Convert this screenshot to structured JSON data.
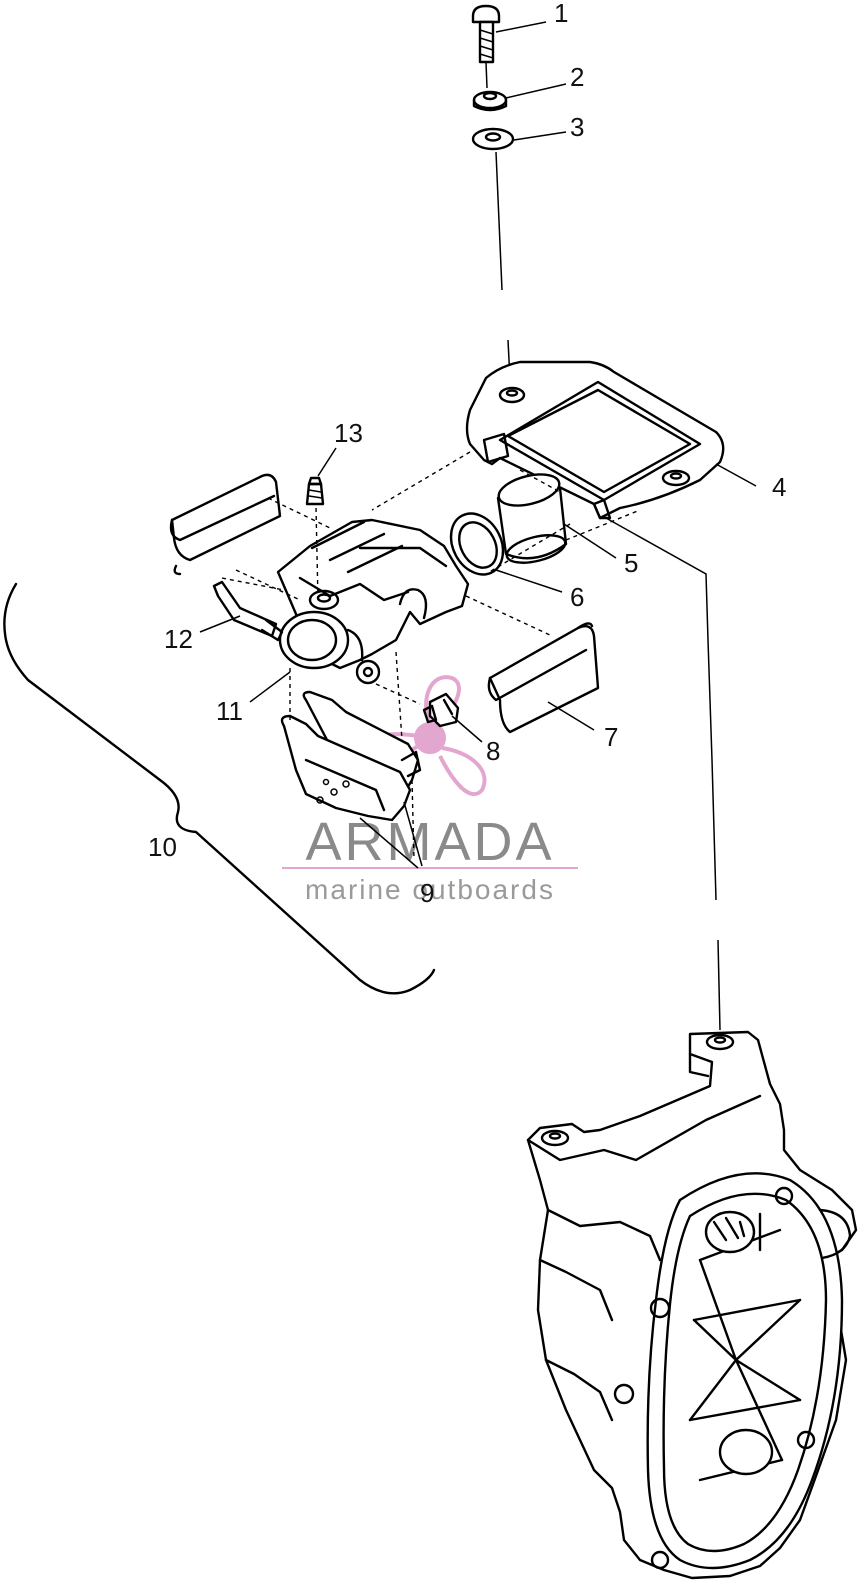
{
  "callouts": [
    {
      "label": "1"
    },
    {
      "label": "2"
    },
    {
      "label": "3"
    },
    {
      "label": "4"
    },
    {
      "label": "5"
    },
    {
      "label": "6"
    },
    {
      "label": "7"
    },
    {
      "label": "8"
    },
    {
      "label": "9"
    },
    {
      "label": "10"
    },
    {
      "label": "11"
    },
    {
      "label": "12"
    },
    {
      "label": "13"
    }
  ],
  "watermark": {
    "title": "ARMADA",
    "subtitle": "marine outboards",
    "title_color": "#8a8a8a",
    "accent_color": "#e3a6cf",
    "icon": "propeller-icon"
  }
}
